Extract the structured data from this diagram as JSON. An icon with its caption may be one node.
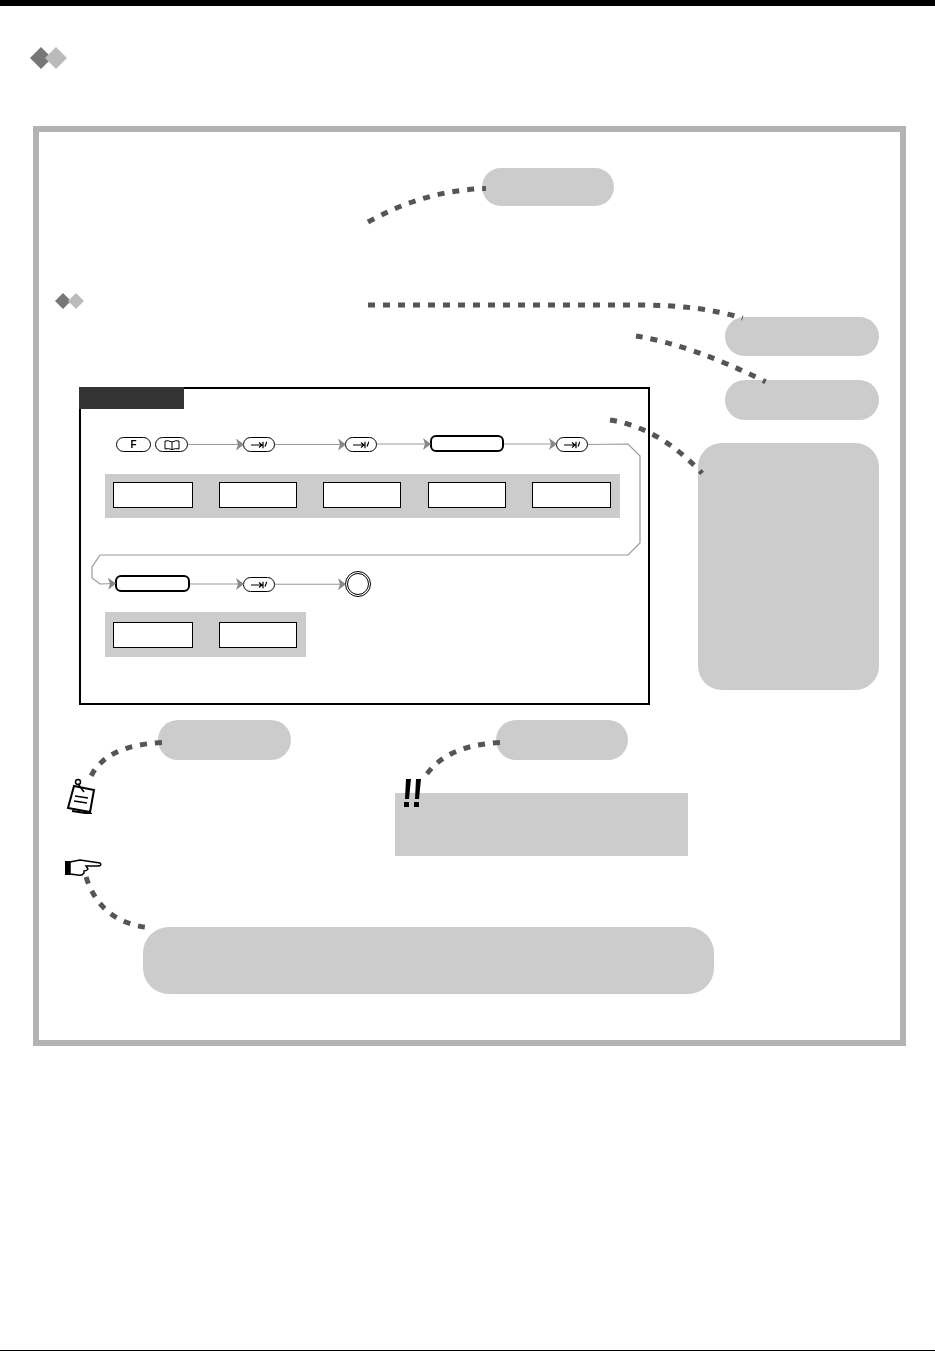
{
  "diagram": {
    "nodes": [
      {
        "text": [],
        "shape": "box"
      },
      {
        "text": [],
        "shape": "box"
      },
      {
        "text": [],
        "shape": "box"
      },
      {
        "text": [],
        "shape": "box"
      },
      {
        "text": [],
        "shape": "box"
      },
      {
        "text": [],
        "shape": "box"
      },
      {
        "text": [],
        "shape": "box"
      },
      {
        "text": [],
        "shape": "box"
      },
      {
        "text": [],
        "shape": "box"
      },
      {
        "text": [
          "F"
        ],
        "in": 4
      },
      {
        "text": [],
        "shape": "box",
        "in": 4
      },
      {
        "text": [],
        "shape": "box",
        "in": 4
      },
      {
        "text": [],
        "shape": "box",
        "in": 4
      },
      {
        "text": [],
        "shape": "box",
        "in": 4
      },
      {
        "text": [],
        "shape": "box",
        "in": 4
      },
      {
        "text": [],
        "shape": "box",
        "in": 4
      },
      {
        "text": [],
        "shape": "box",
        "in": 4
      },
      {
        "text": [],
        "shape": "circle",
        "in": 4
      },
      {
        "text": [],
        "shape": "bar",
        "in": 4
      },
      {
        "text": [],
        "shape": "box",
        "in": 18
      },
      {
        "text": [],
        "shape": "box",
        "in": 18
      },
      {
        "text": [],
        "shape": "box",
        "in": 18
      },
      {
        "text": [],
        "shape": "box",
        "in": 18
      },
      {
        "text": [],
        "shape": "box",
        "in": 18
      },
      {
        "text": [],
        "shape": "bar",
        "in": 4
      },
      {
        "text": [],
        "shape": "box",
        "in": 24
      },
      {
        "text": [],
        "shape": "box",
        "in": 24
      },
      {
        "text": [],
        "shape": "bar",
        "in": 4
      },
      {
        "text": [],
        "shape": "picture"
      },
      {
        "text": [],
        "shape": "picture"
      },
      {
        "text": [],
        "shape": "picture"
      }
    ],
    "edges": [
      {
        "from": null,
        "to": 0,
        "arrow": "none",
        "style": "dashed",
        "color": "#555555"
      },
      {
        "from": null,
        "to": 1,
        "arrow": "none",
        "style": "dashed",
        "color": "#555555"
      },
      {
        "from": null,
        "to": 2,
        "arrow": "none",
        "style": "dashed",
        "color": "#555555"
      },
      {
        "from": null,
        "to": 3,
        "arrow": "none",
        "style": "dashed",
        "color": "#555555"
      },
      {
        "from": 5,
        "to": 28,
        "arrow": "none",
        "style": "dashed",
        "color": "#555555"
      },
      {
        "from": 6,
        "to": 29,
        "arrow": "none",
        "style": "dashed",
        "color": "#555555"
      },
      {
        "from": 30,
        "to": 8,
        "arrow": "none",
        "style": "dashed",
        "color": "#555555"
      },
      {
        "from": 10,
        "to": 11,
        "arrow": "to"
      },
      {
        "from": 11,
        "to": 12,
        "arrow": "to"
      },
      {
        "from": 12,
        "to": 13,
        "arrow": "to"
      },
      {
        "from": 13,
        "to": 14,
        "arrow": "to"
      },
      {
        "from": 14,
        "to": 15,
        "arrow": "to"
      },
      {
        "from": 15,
        "to": 16,
        "arrow": "to"
      },
      {
        "from": 16,
        "to": 17,
        "arrow": "to"
      }
    ]
  }
}
